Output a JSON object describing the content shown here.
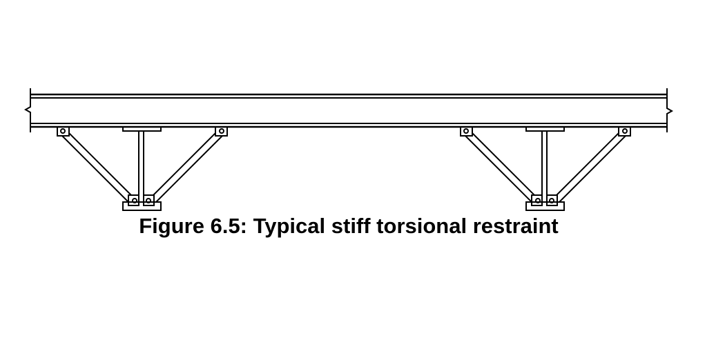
{
  "figure": {
    "caption": "Figure 6.5: Typical stiff torsional restraint",
    "line_color": "#000000",
    "background_color": "#ffffff",
    "restraint_count": 2,
    "components": {
      "deck": "concrete-deck-slab",
      "girders": "steel-i-girders",
      "bracing": "diagonal-angle-bracing",
      "connections": "bolted-gusset-plates",
      "ends": "break-line-symbols"
    }
  }
}
